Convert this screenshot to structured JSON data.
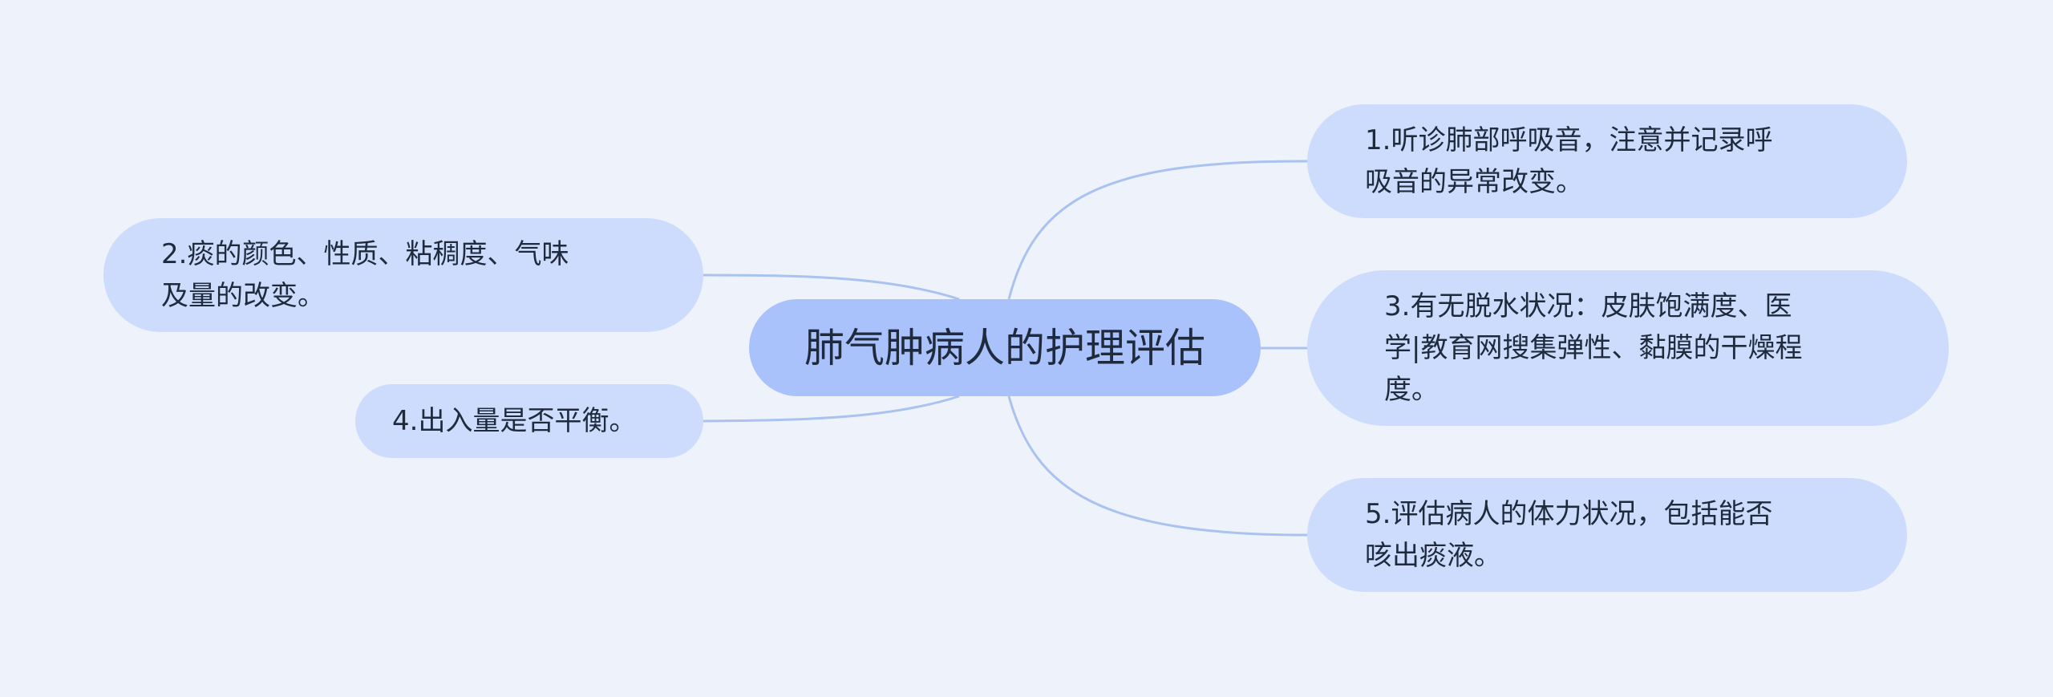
{
  "root": {
    "label": "肺气肿病人的护理评估"
  },
  "topics": [
    {
      "id": "n1",
      "side": "right",
      "lines": [
        "1.听诊肺部呼吸音，注意并记录呼",
        "吸音的异常改变。"
      ]
    },
    {
      "id": "n2",
      "side": "left",
      "lines": [
        "2.痰的颜色、性质、粘稠度、气味",
        "及量的改变。"
      ]
    },
    {
      "id": "n3",
      "side": "right",
      "lines": [
        "3.有无脱水状况：皮肤饱满度、医",
        "学|教育网搜集弹性、黏膜的干燥程",
        "度。"
      ]
    },
    {
      "id": "n4",
      "side": "left",
      "lines": [
        "4.出入量是否平衡。"
      ]
    },
    {
      "id": "n5",
      "side": "right",
      "lines": [
        "5.评估病人的体力状况，包括能否",
        "咳出痰液。"
      ]
    }
  ],
  "colors": {
    "background": "#eef3fb",
    "root_fill": "#a9c2fb",
    "topic_fill": "#cddcfc",
    "connector": "#a9c2f0",
    "text": "#1f2a3c"
  }
}
